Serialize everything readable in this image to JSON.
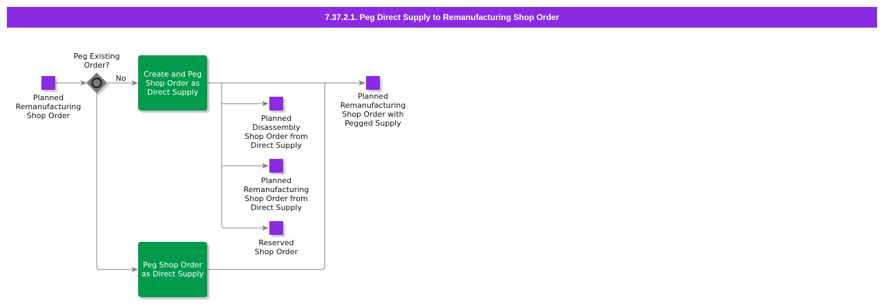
{
  "header": {
    "title": "7.37.2.1. Peg Direct Supply to Remanufacturing Shop Order"
  },
  "colors": {
    "header_bg": "#8a2be2",
    "event": "#8a2be2",
    "task": "#029b4c",
    "gateway": "#7a7a7a",
    "connector": "#808080"
  },
  "nodes": {
    "start_event": {
      "label": "Planned\nRemanufacturing\nShop Order",
      "icon": "data-object-square"
    },
    "gateway": {
      "label": "Peg Existing\nOrder?",
      "icon": "gateway-diamond-circle"
    },
    "gateway_no_label": "No",
    "task_create": {
      "label": "Create and Peg\nShop Order as\nDirect Supply"
    },
    "task_peg": {
      "label": "Peg Shop Order\nas Direct Supply"
    },
    "out_disassembly": {
      "label": "Planned\nDisassembly\nShop Order from\nDirect Supply"
    },
    "out_reman": {
      "label": "Planned\nRemanufacturing\nShop Order from\nDirect Supply"
    },
    "out_reserved": {
      "label": "Reserved\nShop Order"
    },
    "end_event": {
      "label": "Planned\nRemanufacturing\nShop Order with\nPegged Supply"
    }
  }
}
